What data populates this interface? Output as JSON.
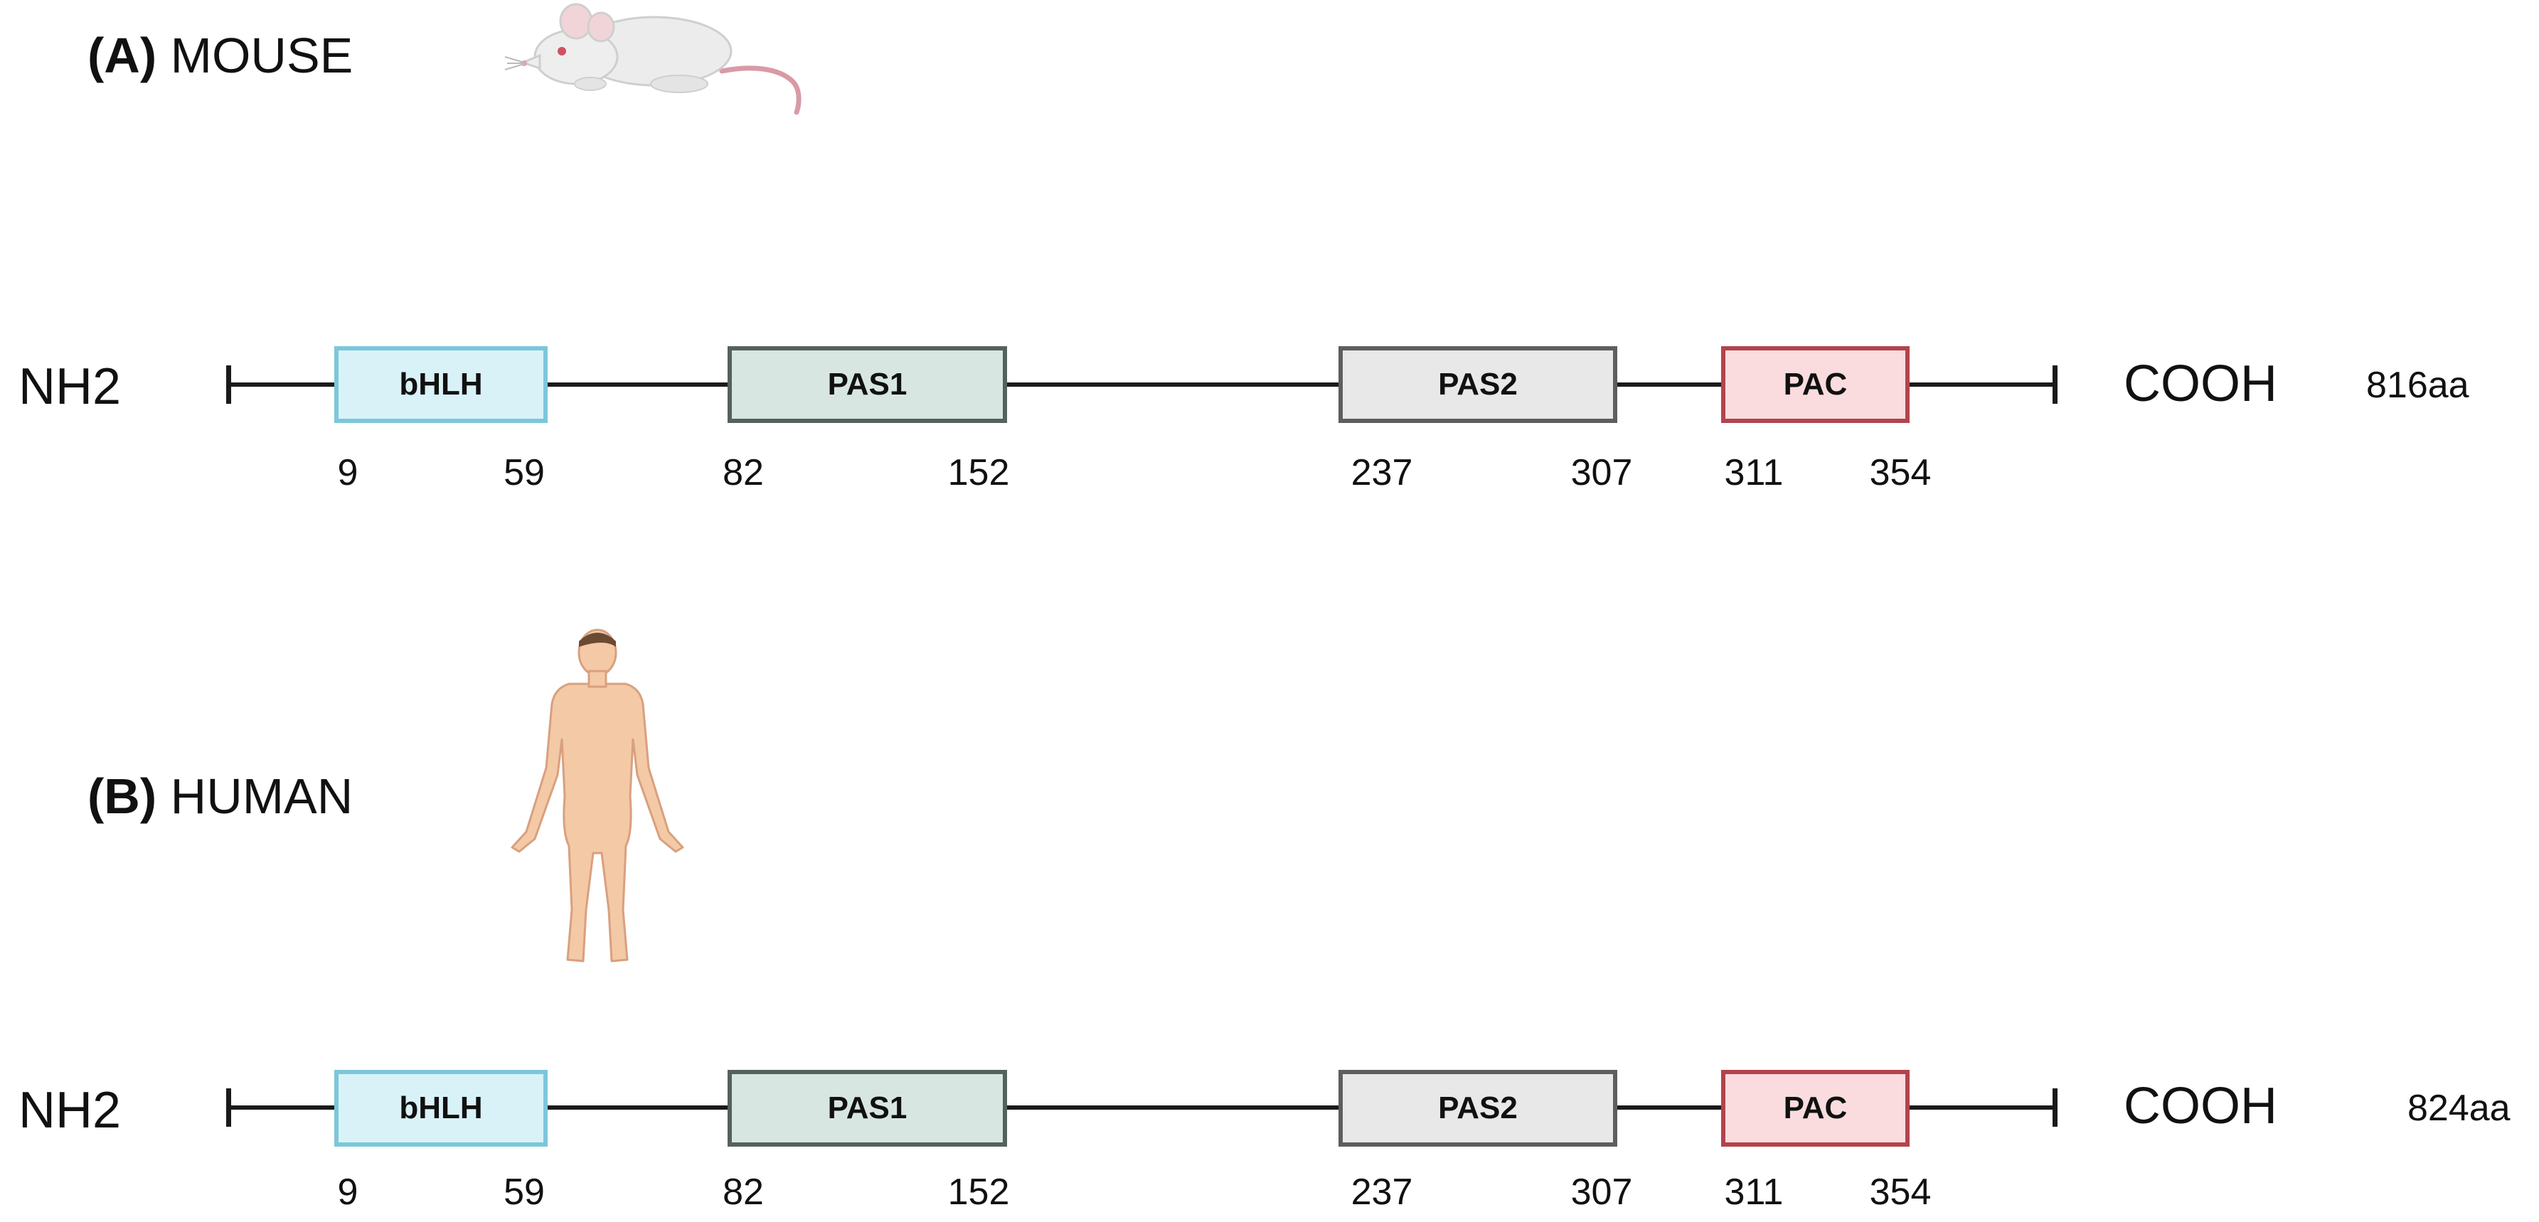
{
  "colors": {
    "bHLH": {
      "fill": "#d9f2f8",
      "stroke": "#7cc7da"
    },
    "PAS1": {
      "fill": "#d8e6e2",
      "stroke": "#55615d"
    },
    "PAS2": {
      "fill": "#e8e8e8",
      "stroke": "#5e5e5e"
    },
    "PAC": {
      "fill": "#fadcde",
      "stroke": "#b2444c"
    }
  },
  "panels": [
    {
      "letter": "(A)",
      "species": "MOUSE",
      "illustration": "mouse-illustration",
      "n_terminus": "NH2",
      "c_terminus": "COOH",
      "length": "816aa",
      "domains": [
        {
          "name": "bHLH",
          "start": "9",
          "end": "59"
        },
        {
          "name": "PAS1",
          "start": "82",
          "end": "152"
        },
        {
          "name": "PAS2",
          "start": "237",
          "end": "307"
        },
        {
          "name": "PAC",
          "start": "311",
          "end": "354"
        }
      ]
    },
    {
      "letter": "(B)",
      "species": "HUMAN",
      "illustration": "human-illustration",
      "n_terminus": "NH2",
      "c_terminus": "COOH",
      "length": "824aa",
      "domains": [
        {
          "name": "bHLH",
          "start": "9",
          "end": "59"
        },
        {
          "name": "PAS1",
          "start": "82",
          "end": "152"
        },
        {
          "name": "PAS2",
          "start": "237",
          "end": "307"
        },
        {
          "name": "PAC",
          "start": "311",
          "end": "354"
        }
      ]
    }
  ]
}
